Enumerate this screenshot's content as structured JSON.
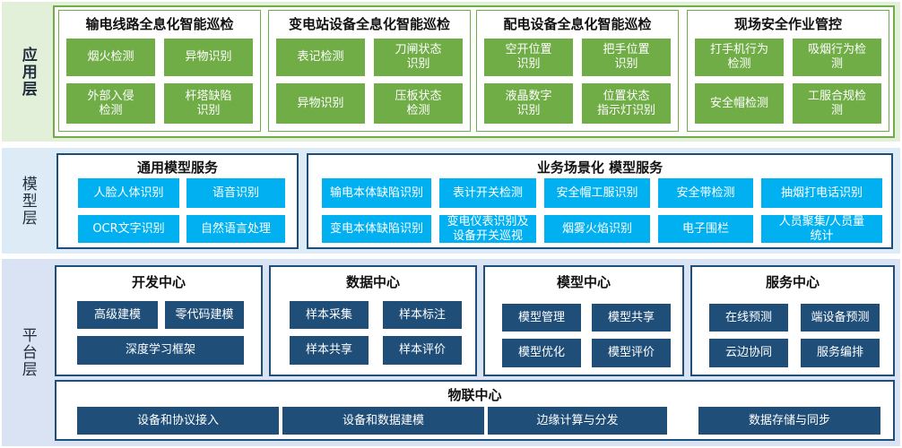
{
  "layers": {
    "app": "应用层",
    "model": "模型层",
    "platform": "平台层"
  },
  "app_panels": [
    {
      "title": "输电线路全息化智能巡检",
      "items": [
        "烟火检测",
        "异物识别",
        "外部入侵\n检测",
        "杆塔缺陷\n识别"
      ]
    },
    {
      "title": "变电站设备全息化智能巡检",
      "items": [
        "表记检测",
        "刀闸状态\n识别",
        "异物识别",
        "压板状态\n检测"
      ]
    },
    {
      "title": "配电设备全息化智能巡检",
      "items": [
        "空开位置\n识别",
        "把手位置\n识别",
        "液晶数字\n识别",
        "位置状态\n指示灯识别"
      ]
    },
    {
      "title": "现场安全作业管控",
      "items": [
        "打手机行为\n检测",
        "吸烟行为检\n测",
        "安全帽检测",
        "工服合规检\n测"
      ]
    }
  ],
  "model_panels": [
    {
      "title": "通用模型服务",
      "items": [
        "人脸人体识别",
        "语音识别",
        "OCR文字识别",
        "自然语言处理"
      ]
    },
    {
      "title": "业务场景化 模型服务",
      "items": [
        "输电本体缺陷识别",
        "表计开关检测",
        "安全帽工服识别",
        "安全带检测",
        "抽烟打电话识别",
        "变电本体缺陷识别",
        "变电仪表识别及\n设备开关巡视",
        "烟雾火焰识别",
        "电子围栏",
        "人员聚集/人员量\n统计"
      ]
    }
  ],
  "platform_panels": [
    {
      "title": "开发中心",
      "items": [
        "高级建模",
        "零代码建模",
        "深度学习框架"
      ]
    },
    {
      "title": "数据中心",
      "items": [
        "样本采集",
        "样本标注",
        "样本共享",
        "样本评价"
      ]
    },
    {
      "title": "模型中心",
      "items": [
        "模型管理",
        "模型共享",
        "模型优化",
        "模型评价"
      ]
    },
    {
      "title": "服务中心",
      "items": [
        "在线预测",
        "端设备预测",
        "云边协同",
        "服务编排"
      ]
    }
  ],
  "iot_center": {
    "title": "物联中心",
    "items": [
      "设备和协议接入",
      "设备和数据建模",
      "边缘计算与分发",
      "数据存储与同步"
    ]
  },
  "colors": {
    "app_bg": "#e2efd9",
    "app_block": "#70ad47",
    "model_bg": "#ddebf7",
    "model_block": "#00b0f0",
    "platform_bg": "#dae3f3",
    "platform_block": "#1f4e79"
  }
}
